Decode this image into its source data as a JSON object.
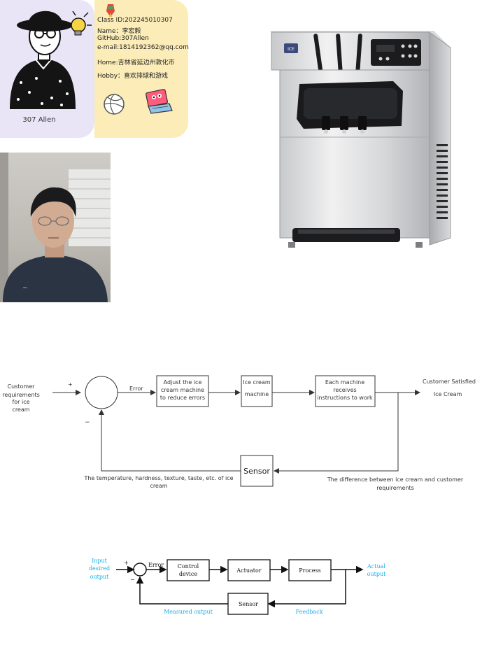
{
  "profile": {
    "display_name": "307 Allen",
    "class_id": "Class  ID:202245010307",
    "name": "Name：李宏毅",
    "github": "GitHub:307Allen",
    "email": "e-mail:1814192362@qq.com",
    "home": "Home:吉林省延边州敦化市",
    "hobby": "Hobby：喜欢排球和游戏"
  },
  "machine": {
    "badge": "ICE"
  },
  "diagram1": {
    "input_label": [
      "Customer",
      "requirements",
      "for ice",
      "cream"
    ],
    "plus": "+",
    "minus": "−",
    "error_label": "Error",
    "block_adjust": [
      "Adjust the ice",
      "cream machine",
      "to reduce errors"
    ],
    "block_machine": [
      "Ice cream",
      "machine"
    ],
    "block_each": [
      "Each machine",
      "receives",
      "instructions to work"
    ],
    "output_label": [
      "Customer Satisfied",
      "Ice Cream"
    ],
    "sensor": "Sensor",
    "feedback_left": [
      "The temperature, hardness, texture, taste, etc. of ice",
      "cream"
    ],
    "feedback_right": [
      "The difference between ice cream and customer",
      "requirements"
    ]
  },
  "diagram2": {
    "input_label": [
      "Input",
      "desired",
      "output"
    ],
    "plus": "+",
    "minus": "−",
    "error_label": "Error",
    "controller": [
      "Control",
      "device"
    ],
    "actuator": "Actuator",
    "process": "Process",
    "output_label": [
      "Actual",
      "output"
    ],
    "sensor": "Sensor",
    "measured": "Measured output",
    "feedback": "Feedback",
    "annotation_color": "#19aee8"
  }
}
